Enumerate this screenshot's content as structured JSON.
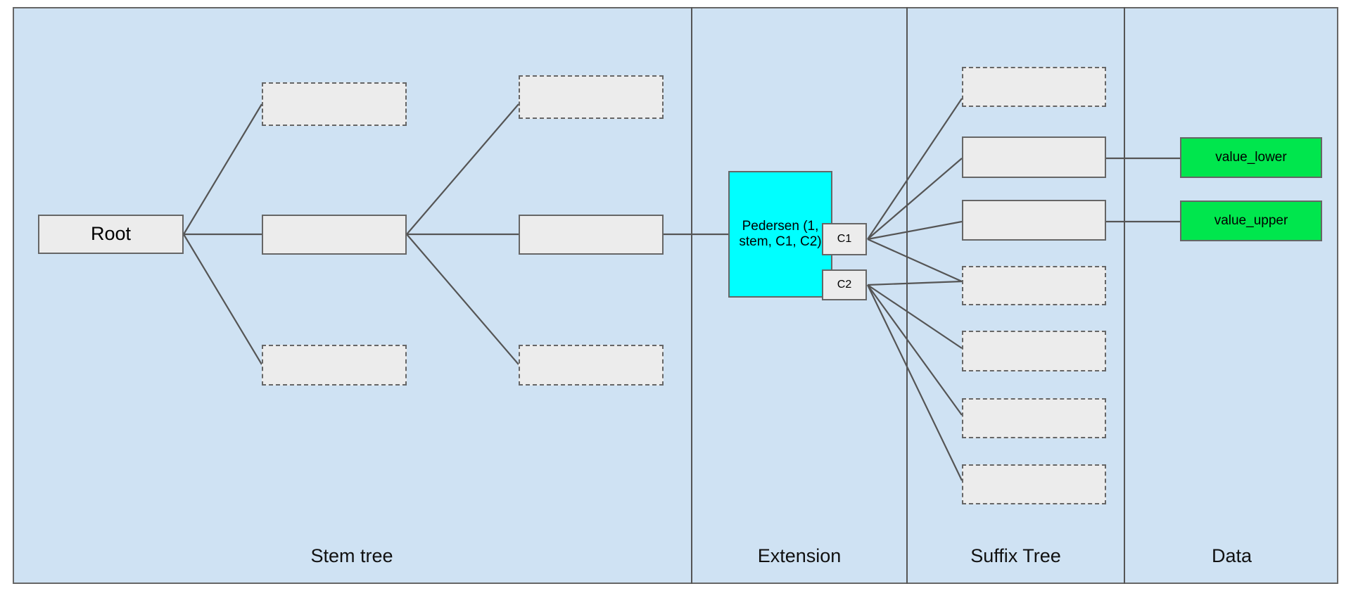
{
  "diagram": {
    "title": "Stem tree with extension, suffix tree and data columns",
    "background_color": "#cfe2f3",
    "node_fill": "#ececec",
    "node_stroke": "#666666",
    "accent_cyan": "#00ffff",
    "accent_green": "#00e64d",
    "columns": [
      {
        "id": "stem-tree",
        "label": "Stem tree"
      },
      {
        "id": "extension",
        "label": "Extension"
      },
      {
        "id": "suffix-tree",
        "label": "Suffix Tree"
      },
      {
        "id": "data",
        "label": "Data"
      }
    ],
    "nodes": {
      "root": {
        "label": "Root",
        "style": "solid"
      },
      "stem_branch_top_1": {
        "label": "",
        "style": "dashed"
      },
      "stem_branch_top_2": {
        "label": "",
        "style": "dashed"
      },
      "stem_mid_1": {
        "label": "",
        "style": "solid"
      },
      "stem_mid_2": {
        "label": "",
        "style": "solid"
      },
      "stem_branch_bottom_1": {
        "label": "",
        "style": "dashed"
      },
      "stem_branch_bottom_2": {
        "label": "",
        "style": "dashed"
      },
      "pedersen": {
        "label": "Pedersen (1, stem, C1, C2)",
        "style": "solid",
        "fill": "#00ffff"
      },
      "c1": {
        "label": "C1",
        "style": "solid"
      },
      "c2": {
        "label": "C2",
        "style": "solid"
      },
      "suffix_1": {
        "label": "",
        "style": "dashed"
      },
      "suffix_2": {
        "label": "",
        "style": "solid"
      },
      "suffix_3": {
        "label": "",
        "style": "solid"
      },
      "suffix_4": {
        "label": "",
        "style": "dashed"
      },
      "suffix_5": {
        "label": "",
        "style": "dashed"
      },
      "suffix_6": {
        "label": "",
        "style": "dashed"
      },
      "suffix_7": {
        "label": "",
        "style": "dashed"
      },
      "value_lower": {
        "label": "value_lower",
        "style": "solid",
        "fill": "#00e64d"
      },
      "value_upper": {
        "label": "value_upper",
        "style": "solid",
        "fill": "#00e64d"
      }
    }
  }
}
